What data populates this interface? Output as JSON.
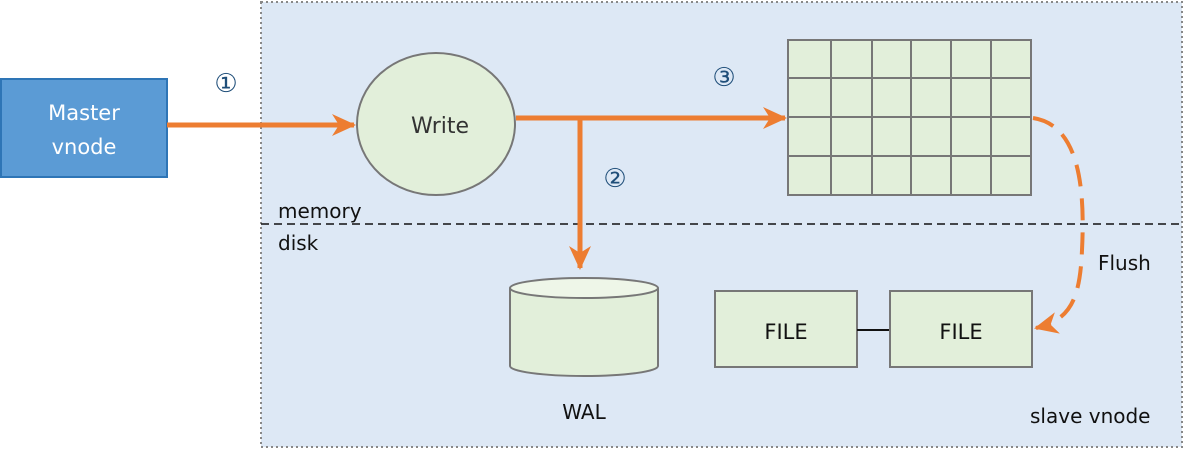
{
  "nodes": {
    "master": "Master vnode",
    "master_line1": "Master",
    "master_line2": "vnode",
    "write": "Write",
    "wal": "WAL",
    "file1": "FILE",
    "file2": "FILE"
  },
  "labels": {
    "memory": "memory",
    "disk": "disk",
    "flush": "Flush",
    "slave_vnode": "slave vnode"
  },
  "steps": [
    "①",
    "②",
    "③"
  ],
  "colors": {
    "master_fill": "#5b9bd5",
    "region_fill": "#dde8f5",
    "node_fill": "#e2efda",
    "arrow": "#ed7d31",
    "step_number": "#1f4e79"
  }
}
